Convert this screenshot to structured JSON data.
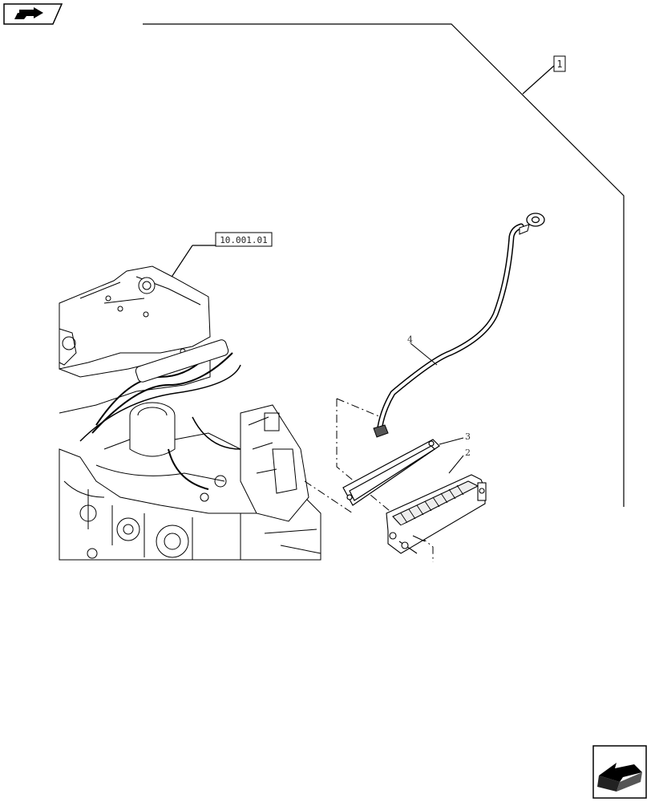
{
  "diagram": {
    "ref_labels": {
      "group_ref": "1",
      "engine_ref": "10.001.01"
    },
    "callouts": {
      "cable": "4",
      "gasket": "3",
      "heater": "2"
    }
  },
  "navigation": {
    "prev_icon": "page-back-arrow-icon",
    "next_icon": "page-forward-arrow-icon"
  }
}
